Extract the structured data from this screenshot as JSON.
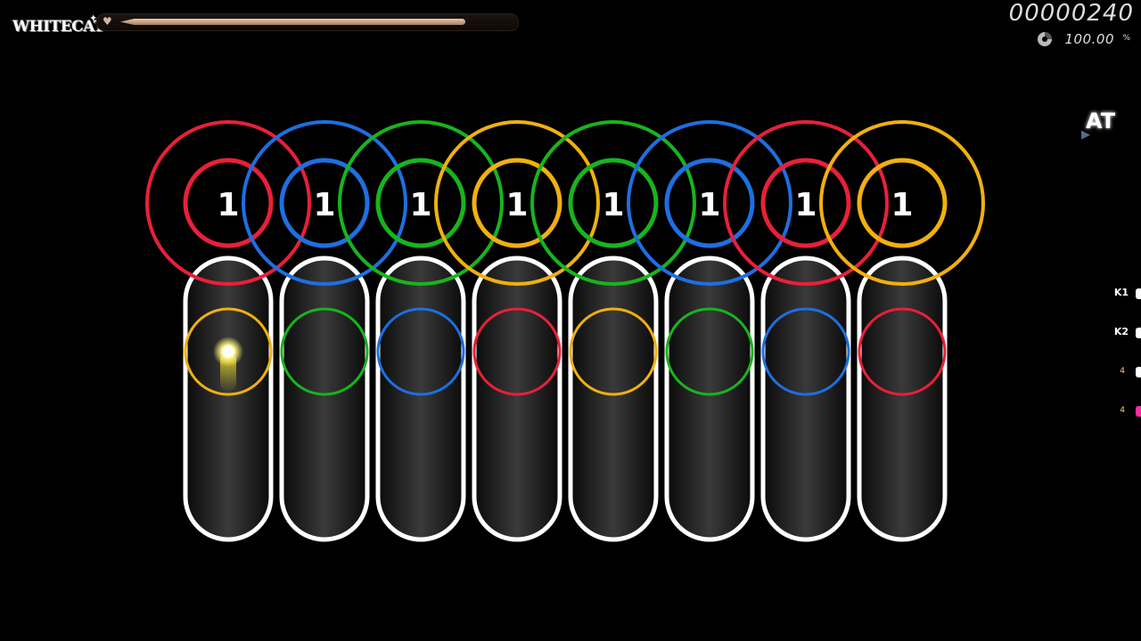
{
  "logo": {
    "text": "WHITECAT",
    "star": "✦"
  },
  "health": {
    "fraction": 0.88
  },
  "score": {
    "value": "00000240"
  },
  "accuracy": {
    "value": "100.00",
    "unit": "%"
  },
  "autoplay": {
    "label": "AT"
  },
  "key_overlay": [
    {
      "label": "K1",
      "count": "",
      "color": "#ffffff"
    },
    {
      "label": "K2",
      "count": "",
      "color": "#ffffff"
    },
    {
      "label": "",
      "count": "4",
      "color": "#ffffff"
    },
    {
      "label": "",
      "count": "4",
      "color": "#ff2aa0"
    }
  ],
  "hit_circles": [
    {
      "number": "1",
      "color": "#e8203a"
    },
    {
      "number": "1",
      "color": "#1e6fe0"
    },
    {
      "number": "1",
      "color": "#18b41e"
    },
    {
      "number": "1",
      "color": "#f0b010"
    },
    {
      "number": "1",
      "color": "#18b41e"
    },
    {
      "number": "1",
      "color": "#1e6fe0"
    },
    {
      "number": "1",
      "color": "#e8203a"
    },
    {
      "number": "1",
      "color": "#f0b010"
    }
  ],
  "sliders": [
    {
      "color": "#f0b010",
      "has_ball": true
    },
    {
      "color": "#18b41e",
      "has_ball": false
    },
    {
      "color": "#1e6fe0",
      "has_ball": false
    },
    {
      "color": "#e8203a",
      "has_ball": false
    },
    {
      "color": "#f0b010",
      "has_ball": false
    },
    {
      "color": "#18b41e",
      "has_ball": false
    },
    {
      "color": "#1e6fe0",
      "has_ball": false
    },
    {
      "color": "#e8203a",
      "has_ball": false
    }
  ],
  "colors": {
    "background": "#000000",
    "slider_border": "#ffffff",
    "slider_ball": "#fff27a"
  }
}
